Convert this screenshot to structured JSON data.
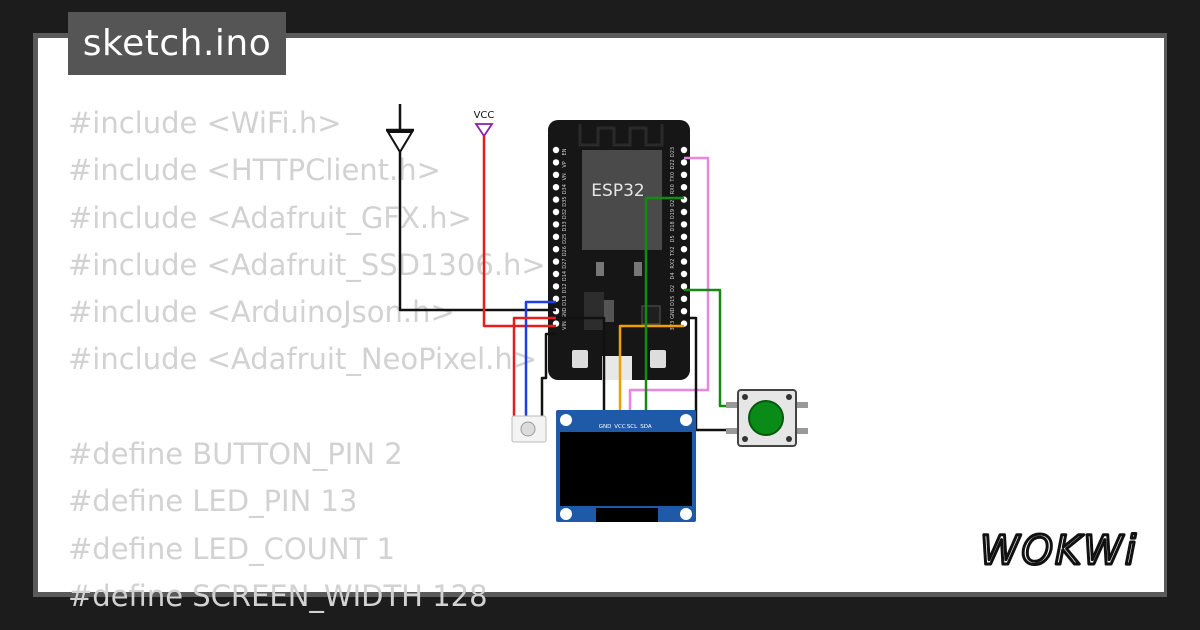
{
  "tab": {
    "filename": "sketch.ino"
  },
  "code_lines": [
    "#include <WiFi.h>",
    "#include <HTTPClient.h>",
    "#include <Adafruit_GFX.h>",
    "#include <Adafruit_SSD1306.h>",
    "#include <ArduinoJson.h>",
    "#include <Adafruit_NeoPixel.h>",
    "",
    "#define BUTTON_PIN 2",
    "#define LED_PIN 13",
    "#define LED_COUNT 1",
    "#define SCREEN_WIDTH 128"
  ],
  "circuit": {
    "vcc_label": "VCC",
    "esp32_label": "ESP32",
    "oled_pins": [
      "GND",
      "VCC",
      "SCL",
      "SDA"
    ],
    "esp_left_pins": [
      "EN",
      "VP",
      "VN",
      "D34",
      "D35",
      "D32",
      "D33",
      "D25",
      "D26",
      "D27",
      "D14",
      "D12",
      "D13",
      "GND",
      "VIN"
    ],
    "esp_right_pins": [
      "D23",
      "D22",
      "TX0",
      "RX0",
      "D21",
      "D19",
      "D18",
      "D5",
      "TX2",
      "RX2",
      "D4",
      "D2",
      "D15",
      "GND",
      "3V3"
    ]
  },
  "brand": {
    "logo_text": "WOKWi"
  },
  "colors": {
    "background": "#1c1c1c",
    "card": "#ffffff",
    "tab": "#555555",
    "code_text": "#d2d2d2",
    "wire_red": "#e41e1e",
    "wire_black": "#111111",
    "wire_blue": "#1f3fe0",
    "wire_green": "#148a14",
    "wire_orange": "#f0a000",
    "wire_pink": "#e987e0",
    "oled_board": "#1e5aa8",
    "button_cap": "#0a8a16"
  }
}
